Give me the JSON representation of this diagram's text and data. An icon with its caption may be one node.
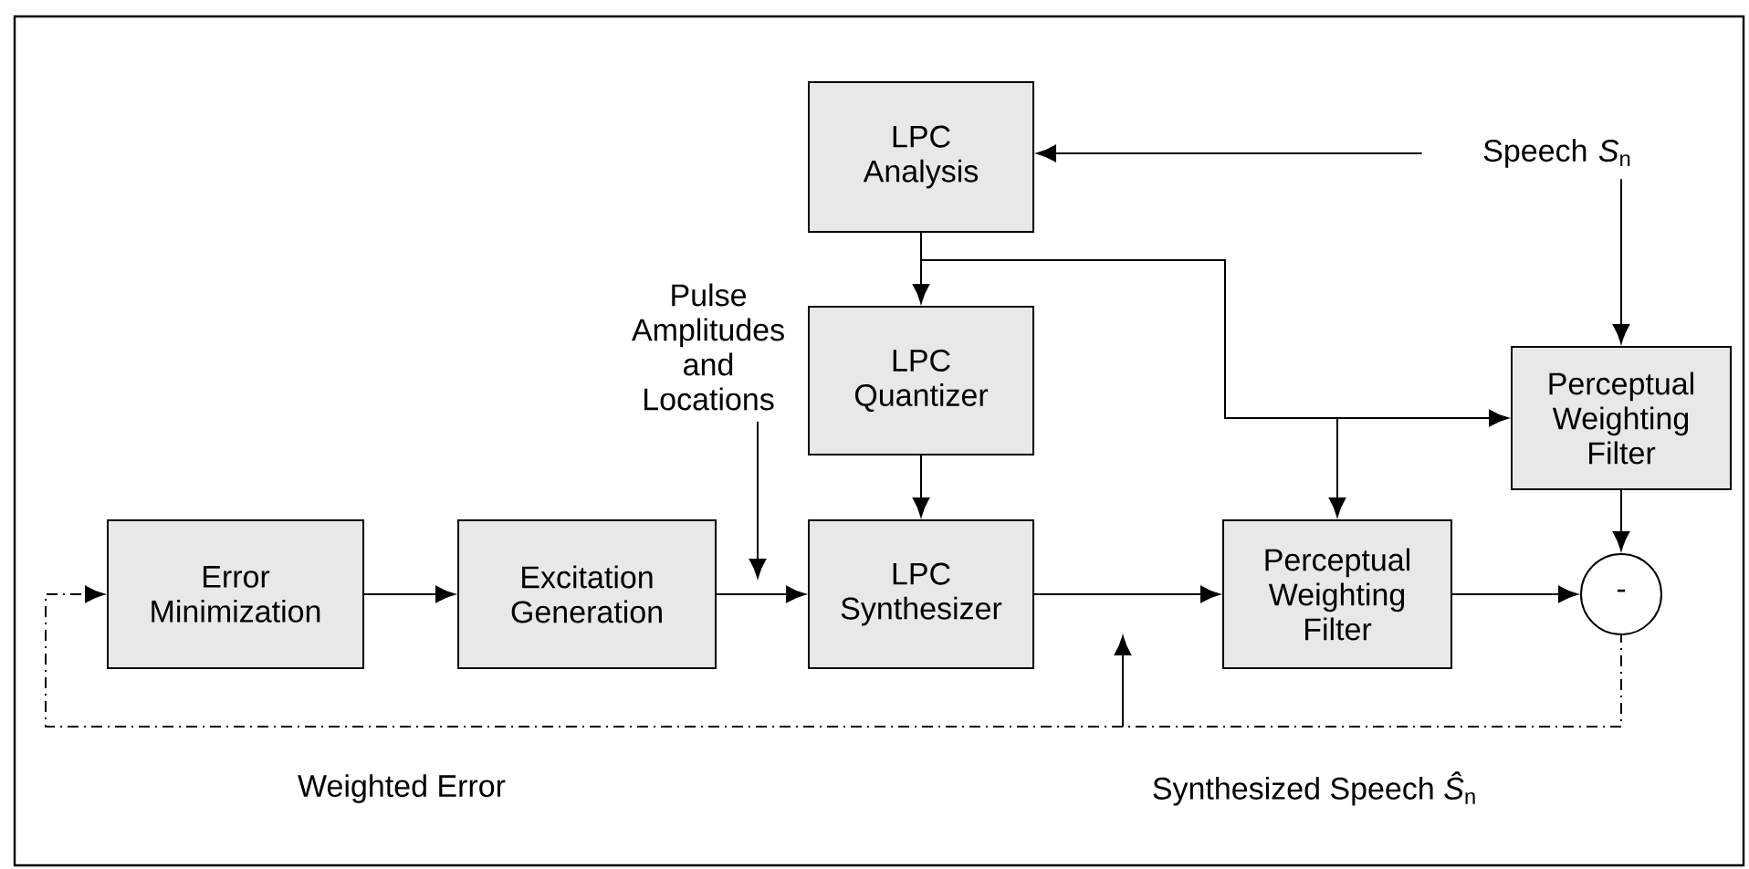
{
  "diagram": {
    "nodes": [
      {
        "text": [
          "LPC Analysis"
        ]
      },
      {
        "text": [
          "LPC Quantizer"
        ]
      },
      {
        "text": [
          "LPC Synthesizer"
        ]
      },
      {
        "text": [
          "Error Minimization"
        ]
      },
      {
        "text": [
          "Excitation Generation"
        ]
      },
      {
        "text": [
          "Perceptual Weighting Filter"
        ]
      },
      {
        "text": [
          "Perceptual Weighting Filter"
        ]
      },
      {
        "text": [
          "-"
        ]
      },
      {
        "text": [
          "Speech *S*$_{n}$"
        ]
      },
      {
        "text": [
          "Pulse Amplitudes and Locations"
        ]
      }
    ],
    "edges": [
      {
        "from": 8,
        "to": 0,
        "arrow": "to"
      },
      {
        "from": 8,
        "to": 6,
        "arrow": "to"
      },
      {
        "from": 0,
        "to": 1,
        "arrow": "to"
      },
      {
        "from": 0,
        "to": 6,
        "arrow": "to"
      },
      {
        "from": 0,
        "to": 5,
        "arrow": "to"
      },
      {
        "from": 1,
        "to": 2,
        "arrow": "to"
      },
      {
        "from": 3,
        "to": 4,
        "arrow": "to"
      },
      {
        "from": 4,
        "to": 2,
        "arrow": "to"
      },
      {
        "from": 2,
        "to": 5,
        "arrow": "to"
      },
      {
        "from": 5,
        "to": 7,
        "arrow": "to"
      },
      {
        "from": 6,
        "to": 7,
        "arrow": "to"
      },
      {
        "from": 7,
        "to": 3,
        "arrow": "to",
        "style": "dashed"
      },
      {
        "from": 9,
        "to": null,
        "arrow": "to"
      }
    ],
    "labels": [
      "Weighted Error",
      "Synthesized Speech *Ŝ*$_{n}$"
    ]
  }
}
